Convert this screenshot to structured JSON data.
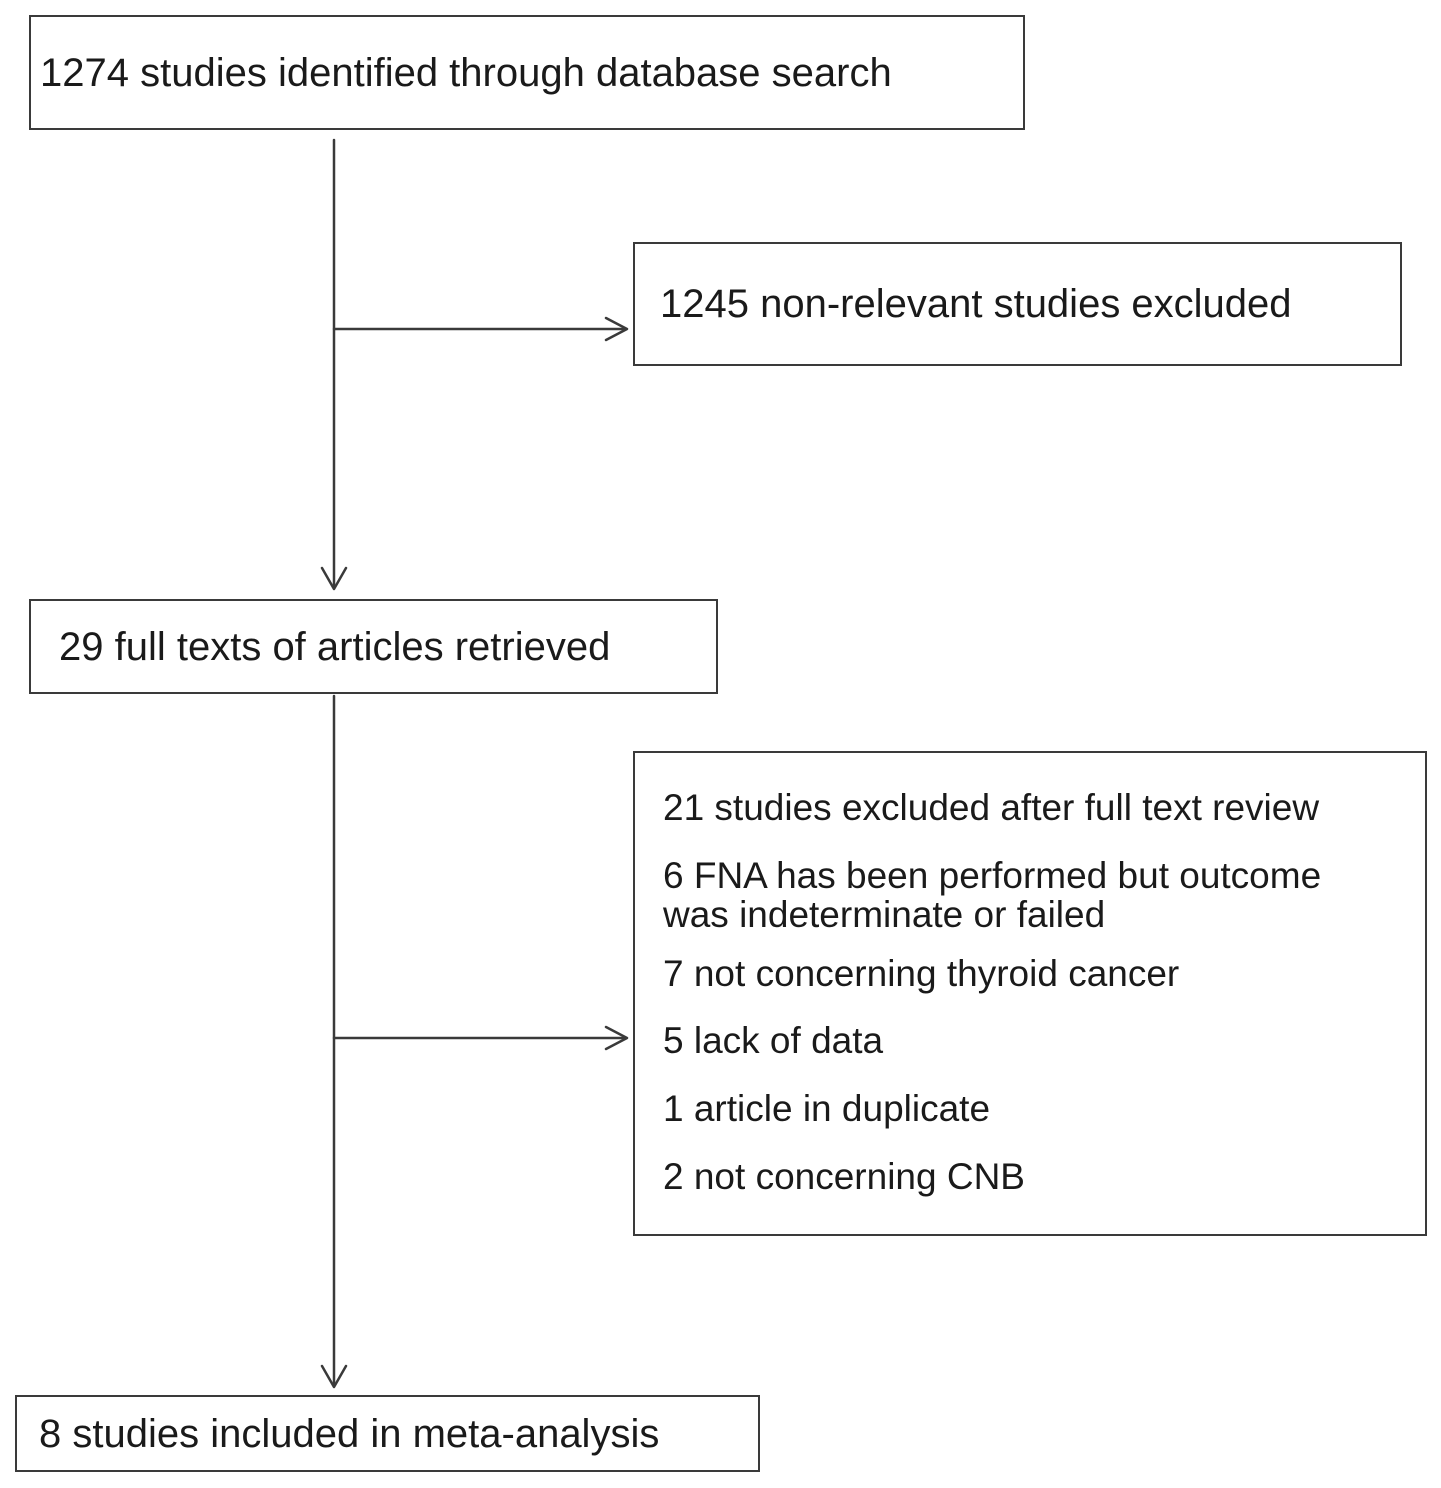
{
  "flow": {
    "identified": "1274 studies identified through database search",
    "non_relevant_excluded": "1245 non-relevant studies excluded",
    "full_texts_retrieved": "29 full texts of articles retrieved",
    "excluded_after_review": {
      "heading": "21 studies excluded after full text review",
      "reasons": [
        "6 FNA has been performed but outcome\nwas indeterminate or failed",
        "7 not concerning thyroid cancer",
        "5 lack of data",
        "1 article in duplicate",
        "2 not concerning CNB"
      ]
    },
    "included": "8 studies included in meta-analysis"
  }
}
